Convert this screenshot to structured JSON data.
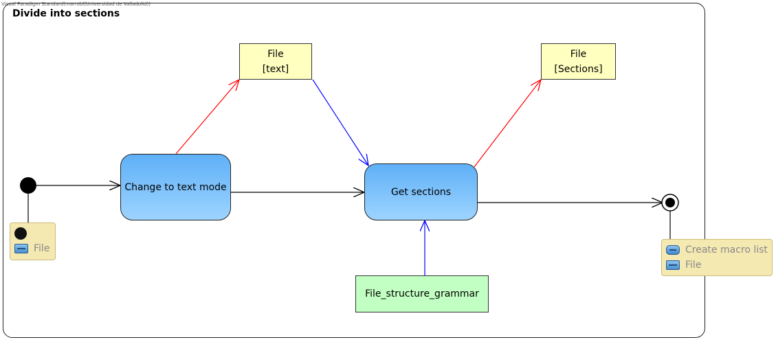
{
  "watermark": "Visual Paradigm Standard(marrobl(Universidad de Valladolid))",
  "frame": {
    "title": "Divide into sections"
  },
  "actions": {
    "change_to_text_mode": "Change to text mode",
    "get_sections": "Get sections"
  },
  "objects": {
    "file_text": {
      "name": "File",
      "state": "[text]"
    },
    "file_sections": {
      "name": "File",
      "state": "[Sections]"
    }
  },
  "grammar": {
    "label": "File_structure_grammar"
  },
  "notes": {
    "initial": {
      "param_label": "File"
    },
    "final": {
      "action_label": "Create macro list",
      "param_label": "File"
    }
  },
  "colors": {
    "output_flow": "#ff0000",
    "input_flow": "#0000ff",
    "control_flow": "#000000",
    "action_fill": "#6cb6f8",
    "object_fill": "#ffffc0",
    "grammar_fill": "#c2ffc2",
    "note_fill": "#f5e9b2"
  }
}
